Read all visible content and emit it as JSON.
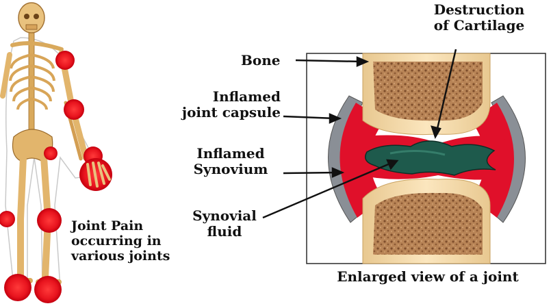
{
  "labels": {
    "destruction": [
      "Destruction",
      "of Cartilage"
    ],
    "bone": "Bone",
    "capsule": [
      "Inflamed",
      "joint capsule"
    ],
    "synovium": [
      "Inflamed",
      "Synovium"
    ],
    "fluid": [
      "Synovial",
      "fluid"
    ],
    "joint_pain": [
      "Joint Pain",
      "occurring in",
      "various joints"
    ],
    "caption": "Enlarged view of a joint"
  },
  "colors": {
    "bone_cortex": "#f6dcae",
    "bone_marrow": "#b07a4e",
    "inflamed": "#e0102a",
    "fluid": "#1e5a4c",
    "capsule": "#8a8f96",
    "pain_spot": "#e8141e",
    "skeleton": "#e2b56c"
  },
  "icons": [
    "skeleton-figure",
    "joint-cross-section"
  ]
}
